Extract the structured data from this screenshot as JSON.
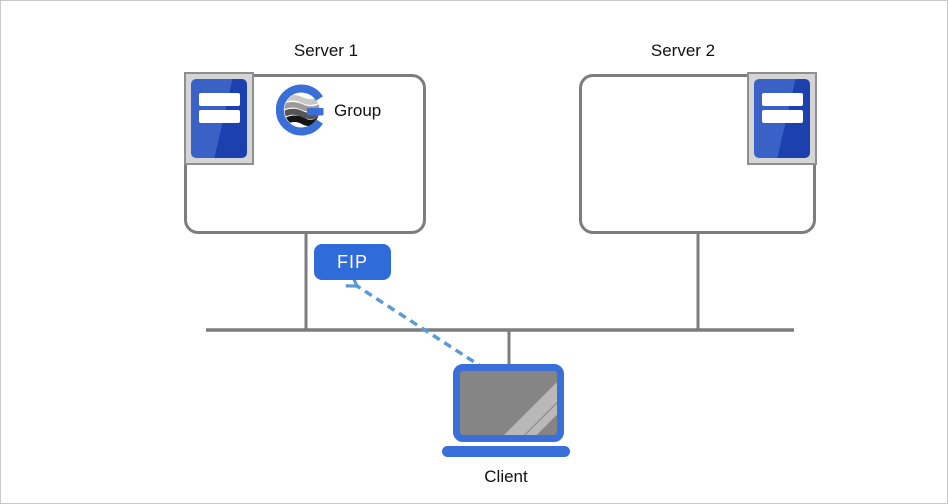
{
  "diagram": {
    "server1": {
      "title": "Server 1",
      "group_label": "Group"
    },
    "server2": {
      "title": "Server 2"
    },
    "fip": {
      "label": "FIP"
    },
    "client": {
      "label": "Client"
    }
  },
  "icons": {
    "server": "server-tower-icon",
    "group": "globe-g-icon",
    "client": "laptop-icon"
  },
  "colors": {
    "accent_blue": "#2f6bd9",
    "laptop_blue": "#3a6ed8",
    "server_icon_blue_light": "#3a62c6",
    "server_icon_blue_dark": "#1c40ae",
    "arrow_blue": "#5b9bd5",
    "line_gray": "#7d7d7d",
    "icon_frame_gray": "#d5d5d5",
    "screen_gray": "#858585",
    "page_border": "#c8c8c8"
  }
}
